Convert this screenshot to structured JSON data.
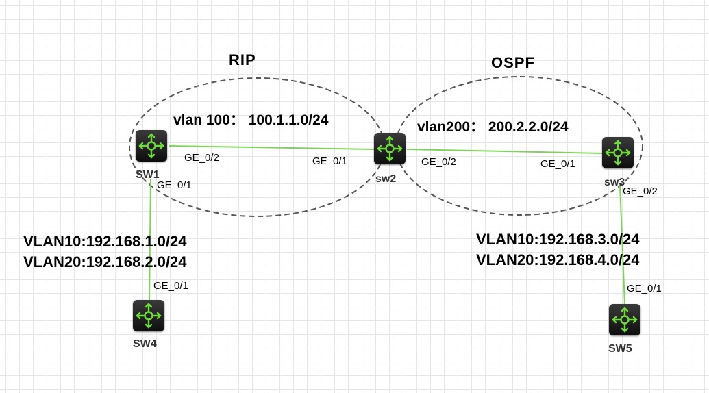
{
  "areas": {
    "rip": "RIP",
    "ospf": "OSPF"
  },
  "links": {
    "sw1_sw2": "vlan 100：  100.1.1.0/24",
    "sw2_sw3": "vlan200：  200.2.2.0/24"
  },
  "sw1_side": {
    "vlan10": "VLAN10:192.168.1.0/24",
    "vlan20": "VLAN20:192.168.2.0/24"
  },
  "sw3_side": {
    "vlan10": "VLAN10:192.168.3.0/24",
    "vlan20": "VLAN20:192.168.4.0/24"
  },
  "devices": {
    "sw1": "SW1",
    "sw2": "sw2",
    "sw3": "sw3",
    "sw4": "SW4",
    "sw5": "SW5"
  },
  "ports": {
    "sw1_to_sw2": "GE_0/2",
    "sw2_to_sw1": "GE_0/1",
    "sw2_to_sw3": "GE_0/2",
    "sw3_to_sw2": "GE_0/1",
    "sw1_to_sw4": "GE_0/1",
    "sw4_to_sw1": "GE_0/1",
    "sw3_to_sw5": "GE_0/2",
    "sw5_to_sw3": "GE_0/1"
  },
  "colors": {
    "link": "#7dd45a",
    "switch_icon": "#6fdc3c",
    "area_border": "#555555"
  },
  "icon": "switch-router-icon"
}
